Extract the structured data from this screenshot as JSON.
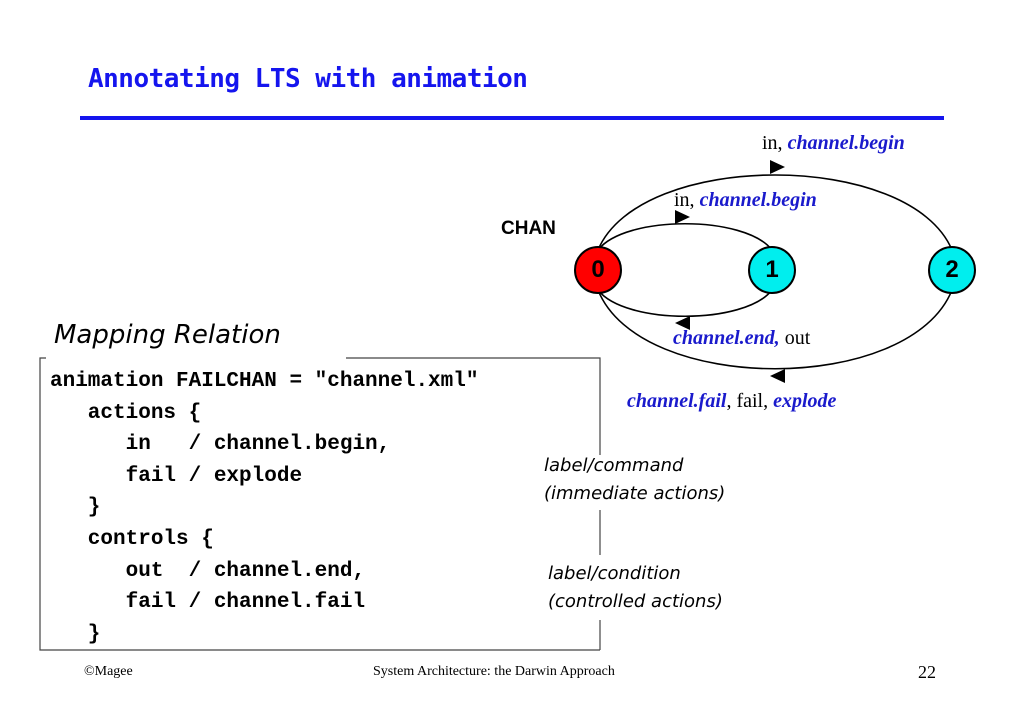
{
  "slide": {
    "title": "Annotating LTS with animation"
  },
  "lts": {
    "process_name": "CHAN",
    "states": [
      {
        "label": "0",
        "kind": "initial"
      },
      {
        "label": "1",
        "kind": "normal"
      },
      {
        "label": "2",
        "kind": "normal"
      }
    ],
    "transitions": [
      {
        "from": "0",
        "to": "1",
        "plain": "in, ",
        "emph": "channel.begin",
        "rest": ""
      },
      {
        "from": "0",
        "to": "2",
        "plain": "in, ",
        "emph": "channel.begin",
        "rest": ""
      },
      {
        "from": "1",
        "to": "0",
        "plain": "",
        "emph": "channel.end,",
        "rest": " out"
      },
      {
        "from": "2",
        "to": "0",
        "plain": "",
        "emph": "channel.fail",
        "rest": ", fail, ",
        "emph2": "explode"
      }
    ],
    "colors": {
      "initial_state": "#ff0000",
      "state": "#00eeee",
      "action_label": "#1a1acc"
    }
  },
  "mapping": {
    "heading": "Mapping Relation",
    "code_lines": [
      "animation FAILCHAN = \"channel.xml\"",
      "   actions {",
      "      in   / channel.begin,",
      "      fail / explode",
      "   }",
      "   controls {",
      "      out  / channel.end,",
      "      fail / channel.fail",
      "   }"
    ],
    "notes": [
      {
        "line1": "label/command",
        "line2": "(immediate actions)"
      },
      {
        "line1": "label/condition",
        "line2": "(controlled actions)"
      }
    ]
  },
  "footer": {
    "left": "©Magee",
    "center": "System Architecture: the Darwin Approach",
    "page": "22"
  }
}
